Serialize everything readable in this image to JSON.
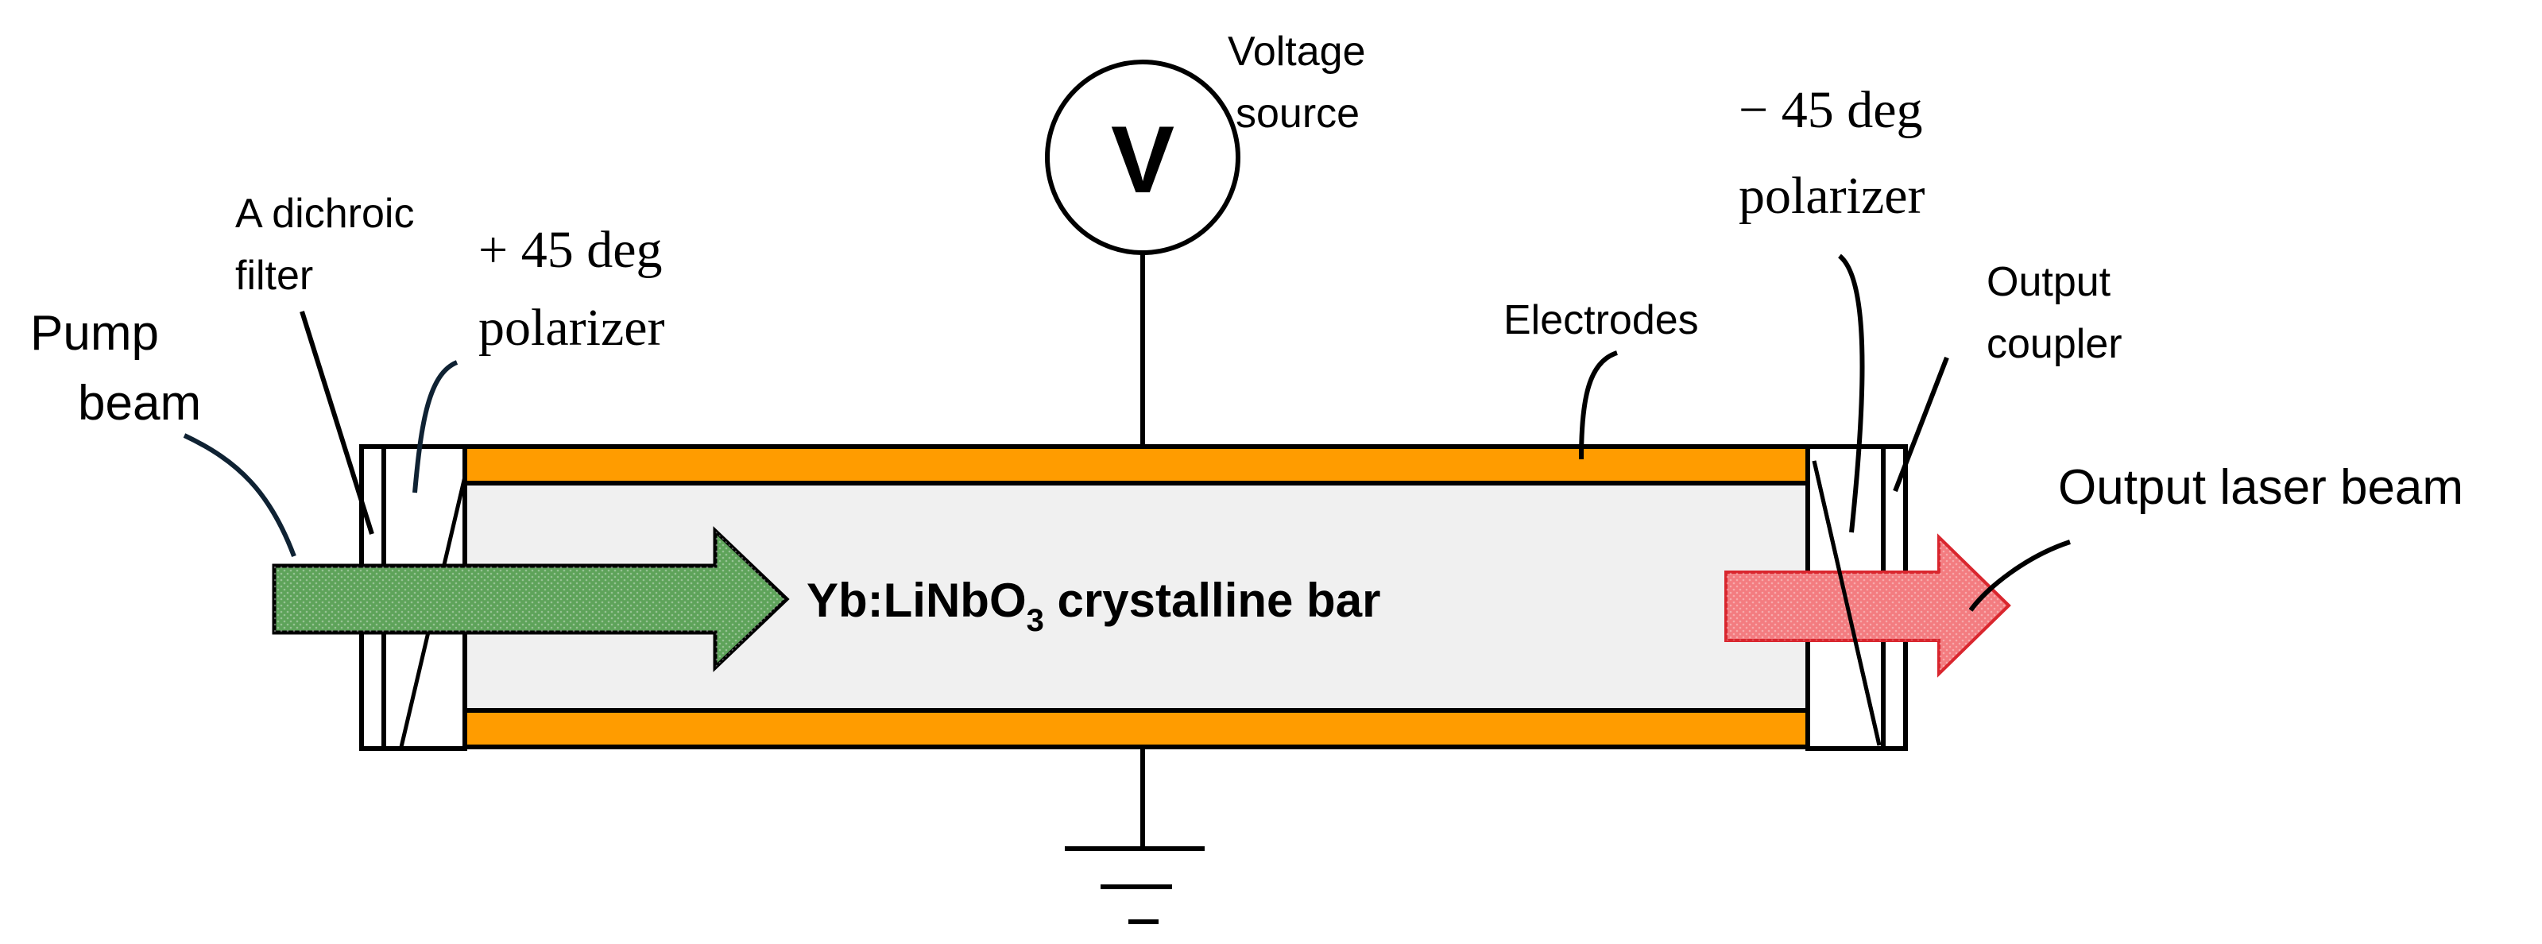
{
  "labels": {
    "pump": [
      "Pump",
      "beam"
    ],
    "dichroic": [
      "A dichroic",
      "filter"
    ],
    "pol_plus": {
      "math": "+ 45 deg",
      "word": "polarizer"
    },
    "voltage": [
      "Voltage",
      "source"
    ],
    "voltmeter_symbol": "V",
    "pol_minus": {
      "math": "− 45 deg",
      "word": "polarizer"
    },
    "output_coupler": [
      "Output",
      "coupler"
    ],
    "electrodes": "Electrodes",
    "output_beam": "Output laser beam",
    "crystal": {
      "prefix": "Yb:LiNbO",
      "subscript": "3",
      "suffix": " crystalline bar"
    }
  },
  "colors": {
    "electrode": "#FF9C00",
    "crystal_fill": "#F0F0F0",
    "pump_arrow": "#5EA35A",
    "output_arrow": "#F37C80"
  }
}
